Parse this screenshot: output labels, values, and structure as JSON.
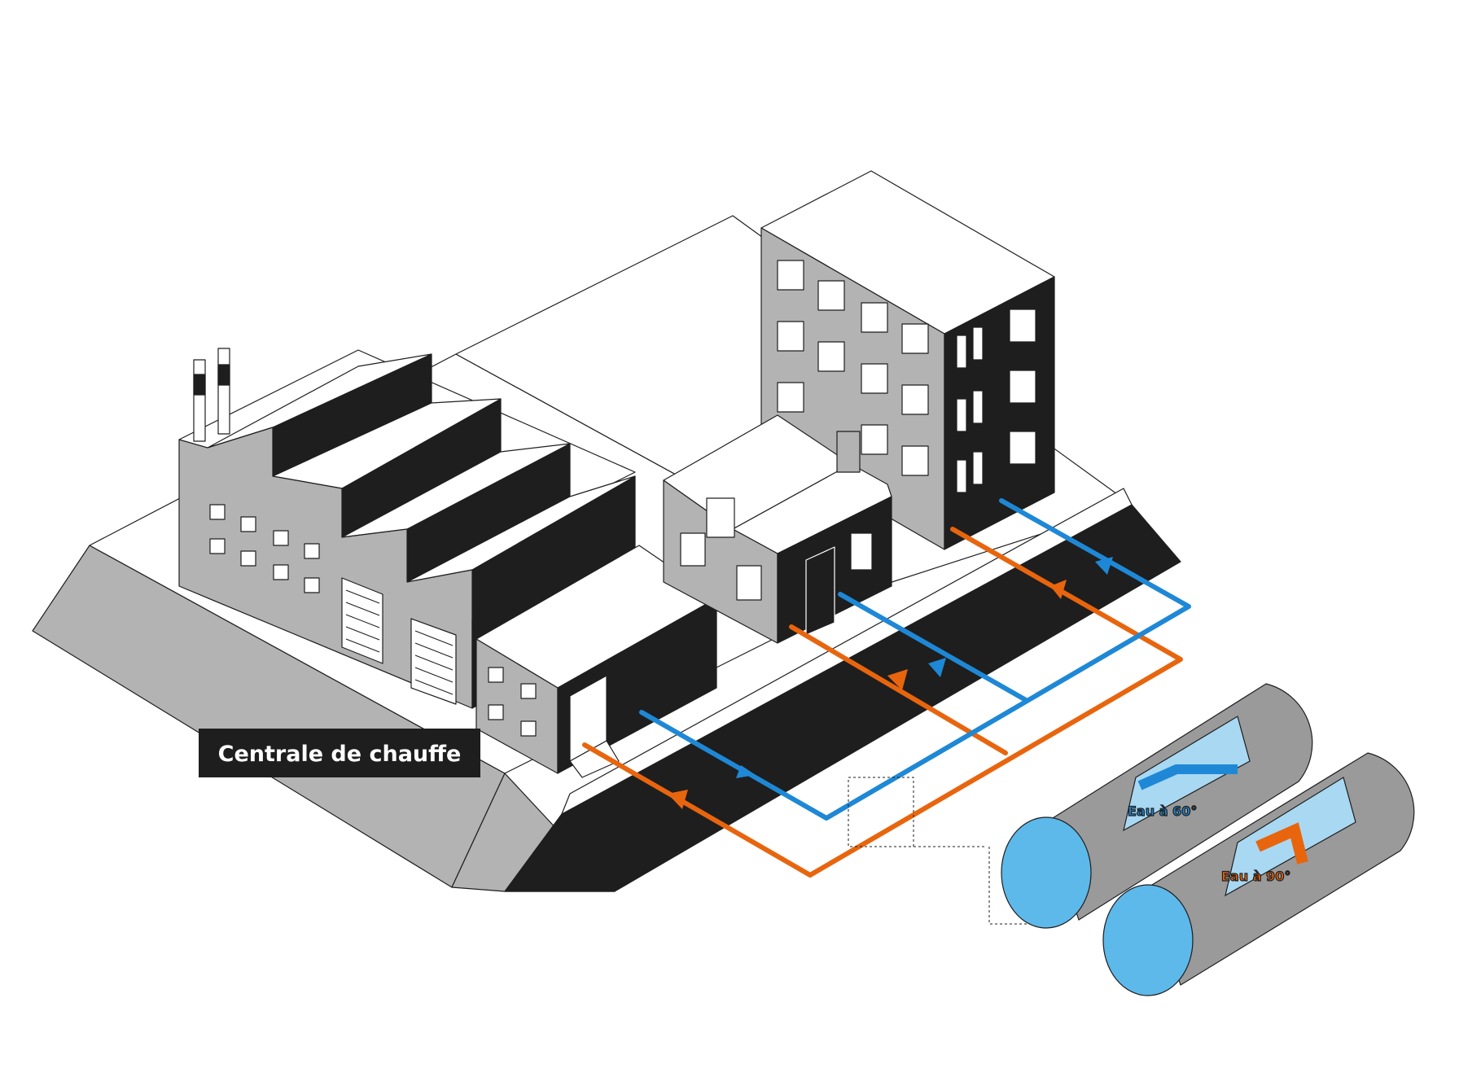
{
  "labels": {
    "plant": "Centrale de chauffe",
    "cold_pipe": "Eau à 60°",
    "hot_pipe": "Eau à 90°"
  },
  "colors": {
    "hot": "#E8650E",
    "cold": "#1E88D6",
    "water": "#5DB9EA",
    "water_light": "#A9D8F2",
    "gray": "#B3B3B3",
    "dark": "#1E1E1E"
  },
  "icons": [
    "factory",
    "chimney",
    "garage-door",
    "house",
    "apartment-building",
    "street",
    "pipe-section",
    "flow-arrow"
  ]
}
